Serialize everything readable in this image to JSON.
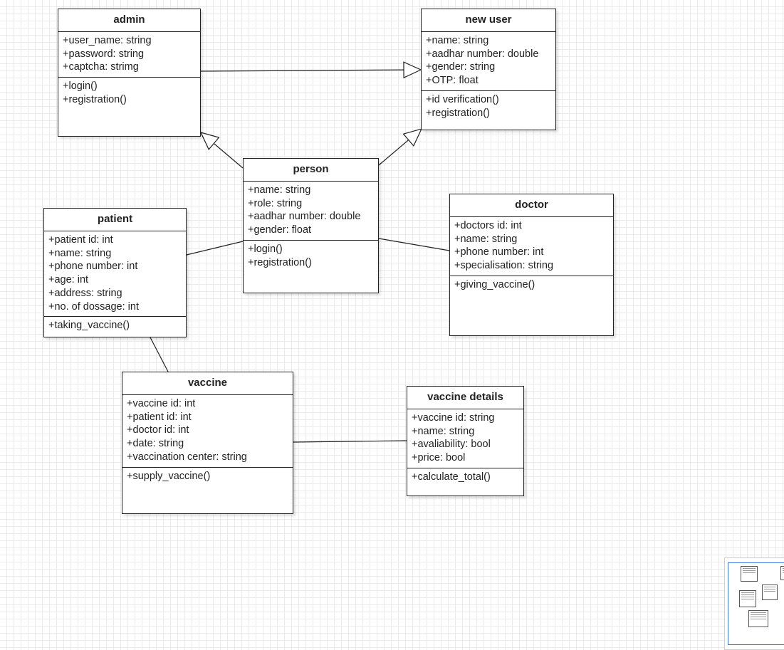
{
  "diagram": {
    "classes": {
      "admin": {
        "name": "admin",
        "attributes": [
          "+user_name: string",
          "+password: string",
          "+captcha: strimg"
        ],
        "operations": [
          "+login()",
          "+registration()"
        ]
      },
      "new_user": {
        "name": "new user",
        "attributes": [
          "+name: string",
          "+aadhar number: double",
          "+gender: string",
          "+OTP: float"
        ],
        "operations": [
          "+id verification()",
          "+registration()"
        ]
      },
      "person": {
        "name": "person",
        "attributes": [
          "+name: string",
          "+role: string",
          "+aadhar number: double",
          "+gender: float"
        ],
        "operations": [
          "+login()",
          "+registration()"
        ]
      },
      "patient": {
        "name": "patient",
        "attributes": [
          "+patient id: int",
          "+name: string",
          "+phone number: int",
          "+age: int",
          "+address: string",
          "+no. of dossage: int"
        ],
        "operations": [
          "+taking_vaccine()"
        ]
      },
      "doctor": {
        "name": "doctor",
        "attributes": [
          "+doctors id: int",
          "+name: string",
          "+phone number: int",
          "+specialisation: string"
        ],
        "operations": [
          "+giving_vaccine()"
        ]
      },
      "vaccine": {
        "name": "vaccine",
        "attributes": [
          "+vaccine id: int",
          "+patient id: int",
          "+doctor id: int",
          "+date: string",
          "+vaccination center: string"
        ],
        "operations": [
          "+supply_vaccine()"
        ]
      },
      "vaccine_details": {
        "name": "vaccine details",
        "attributes": [
          "+vaccine id: string",
          "+name: string",
          "+avaliability: bool",
          "+price: bool"
        ],
        "operations": [
          "+calculate_total()"
        ]
      }
    },
    "relationships": [
      {
        "from": "admin",
        "to": "new_user",
        "type": "generalization"
      },
      {
        "from": "person",
        "to": "admin",
        "type": "generalization"
      },
      {
        "from": "person",
        "to": "new_user",
        "type": "generalization"
      },
      {
        "from": "patient",
        "to": "person",
        "type": "association"
      },
      {
        "from": "person",
        "to": "doctor",
        "type": "association"
      },
      {
        "from": "patient",
        "to": "vaccine",
        "type": "association"
      },
      {
        "from": "vaccine",
        "to": "vaccine_details",
        "type": "association"
      }
    ]
  },
  "colors": {
    "background": "#ffffff",
    "grid": "#ebebeb",
    "stroke": "#222222",
    "minimap_viewport": "#3d78d8"
  }
}
